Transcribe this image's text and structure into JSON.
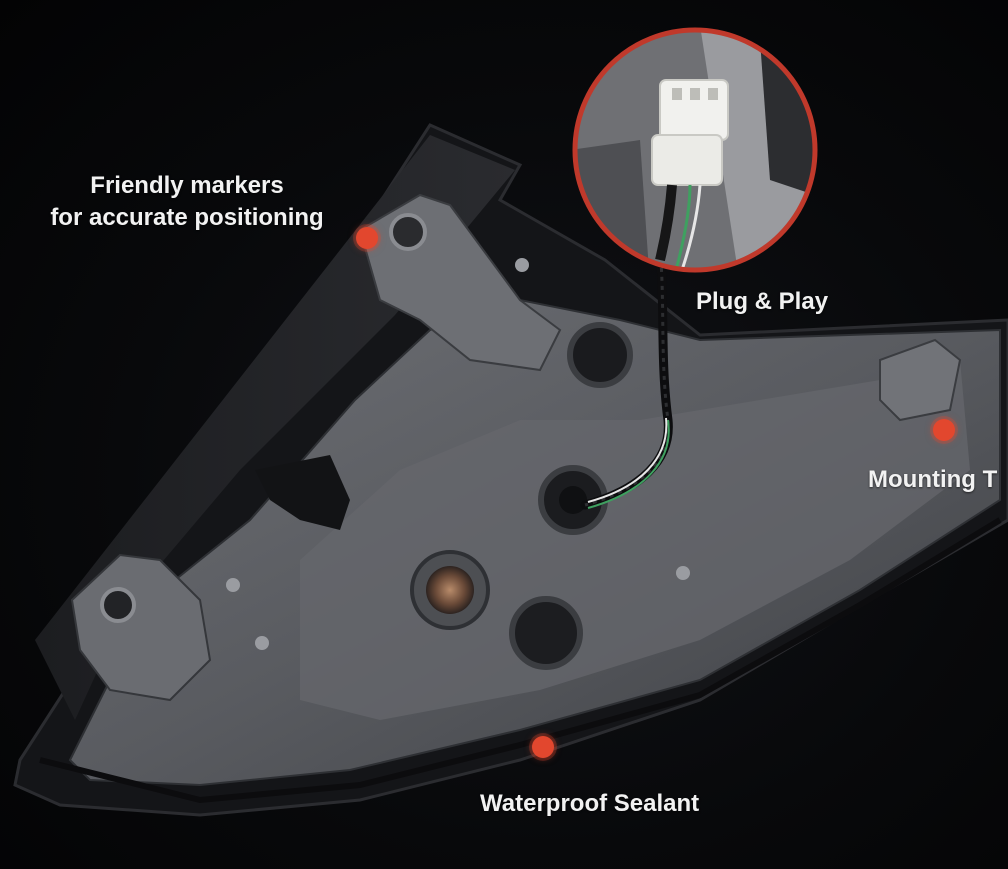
{
  "callouts": {
    "markers_line1": "Friendly markers",
    "markers_line2": "for accurate positioning",
    "plug": "Plug & Play",
    "mounting": "Mounting T",
    "sealant": "Waterproof Sealant"
  },
  "colors": {
    "marker": "#e2472e",
    "inset_ring": "#c0392b",
    "label": "#f2f2f2",
    "background": "#050507",
    "housing": "#5a5c61"
  },
  "icons": {
    "connector": "white-connector-plug-icon",
    "bulb_socket": "bulb-socket-icon"
  }
}
